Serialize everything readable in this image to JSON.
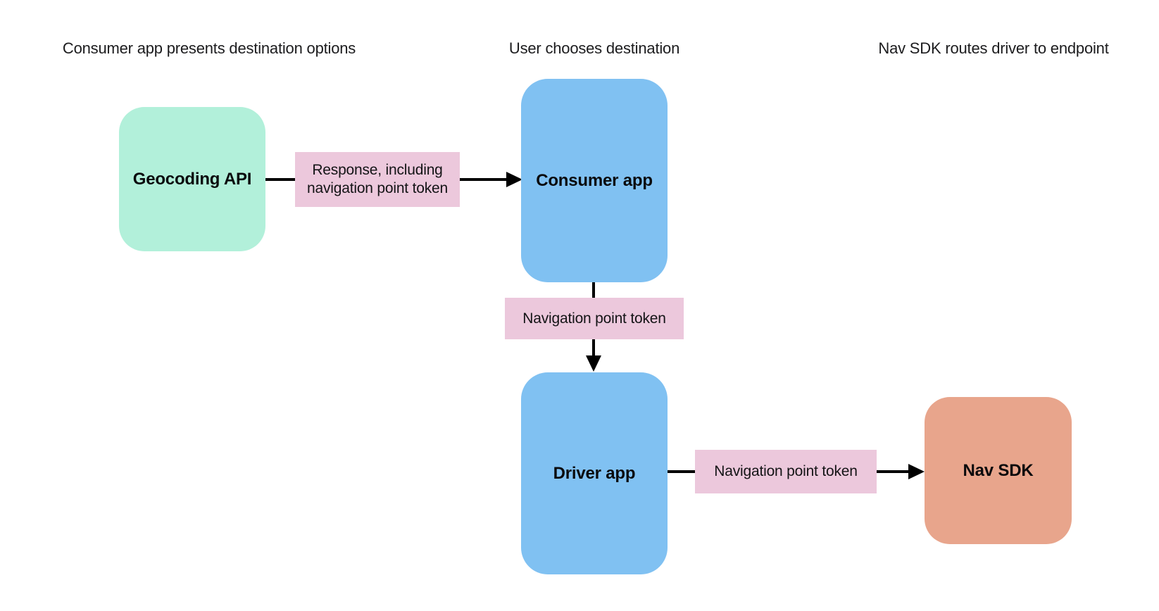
{
  "diagram": {
    "background": "#ffffff",
    "arrow_color": "#000000",
    "lane_headers": [
      {
        "label": "Consumer app presents destination options"
      },
      {
        "label": "User chooses destination"
      },
      {
        "label": "Nav SDK routes driver to endpoint"
      }
    ],
    "nodes": [
      {
        "id": "geocoding-api",
        "label": "Geocoding API",
        "fill": "#b2f0da"
      },
      {
        "id": "consumer-app",
        "label": "Consumer app",
        "fill": "#80c1f2"
      },
      {
        "id": "driver-app",
        "label": "Driver app",
        "fill": "#80c1f2"
      },
      {
        "id": "nav-sdk",
        "label": "Nav SDK",
        "fill": "#e8a58c"
      }
    ],
    "edge_labels": [
      {
        "label": "Response, including navigation point token",
        "fill": "#ecc8dc"
      },
      {
        "label": "Navigation point token",
        "fill": "#ecc8dc"
      },
      {
        "label": "Navigation point token",
        "fill": "#ecc8dc"
      }
    ],
    "edges": [
      {
        "from": "Geocoding API",
        "to": "Consumer app",
        "label": "Response, including navigation point token"
      },
      {
        "from": "Consumer app",
        "to": "Driver app",
        "label": "Navigation point token"
      },
      {
        "from": "Driver app",
        "to": "Nav SDK",
        "label": "Navigation point token"
      }
    ]
  }
}
